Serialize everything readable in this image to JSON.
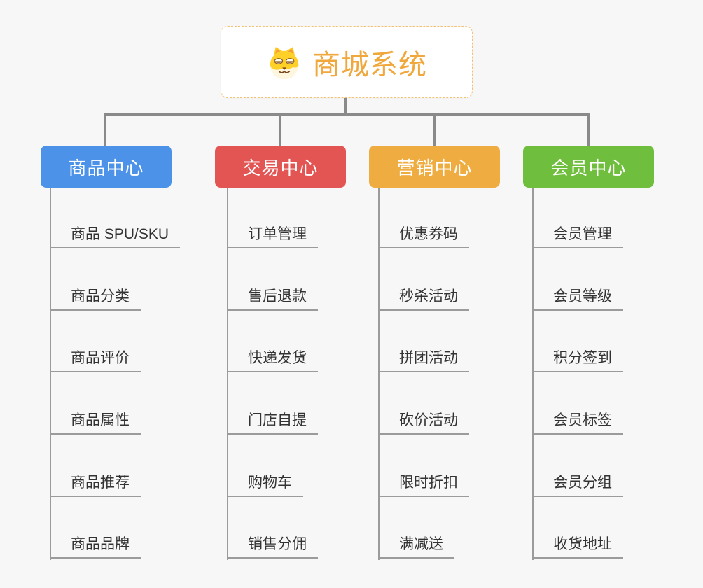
{
  "background_color": "#F7F7F7",
  "connector_color": "#8A8A8A",
  "leaf_line_color": "#9B9B9B",
  "leaf_text_color": "#333333",
  "root": {
    "label": "商城系统",
    "icon": "dog-face-icon",
    "text_color": "#F0A73C",
    "border_color": "#F3C171",
    "background": "#FFFFFF"
  },
  "branches": [
    {
      "label": "商品中心",
      "color": "#4B92E8",
      "items": [
        "商品 SPU/SKU",
        "商品分类",
        "商品评价",
        "商品属性",
        "商品推荐",
        "商品品牌"
      ]
    },
    {
      "label": "交易中心",
      "color": "#E35553",
      "items": [
        "订单管理",
        "售后退款",
        "快递发货",
        "门店自提",
        "购物车",
        "销售分佣"
      ]
    },
    {
      "label": "营销中心",
      "color": "#EFAD41",
      "items": [
        "优惠券码",
        "秒杀活动",
        "拼团活动",
        "砍价活动",
        "限时折扣",
        "满减送"
      ]
    },
    {
      "label": "会员中心",
      "color": "#6FBE3E",
      "items": [
        "会员管理",
        "会员等级",
        "积分签到",
        "会员标签",
        "会员分组",
        "收货地址"
      ]
    }
  ]
}
